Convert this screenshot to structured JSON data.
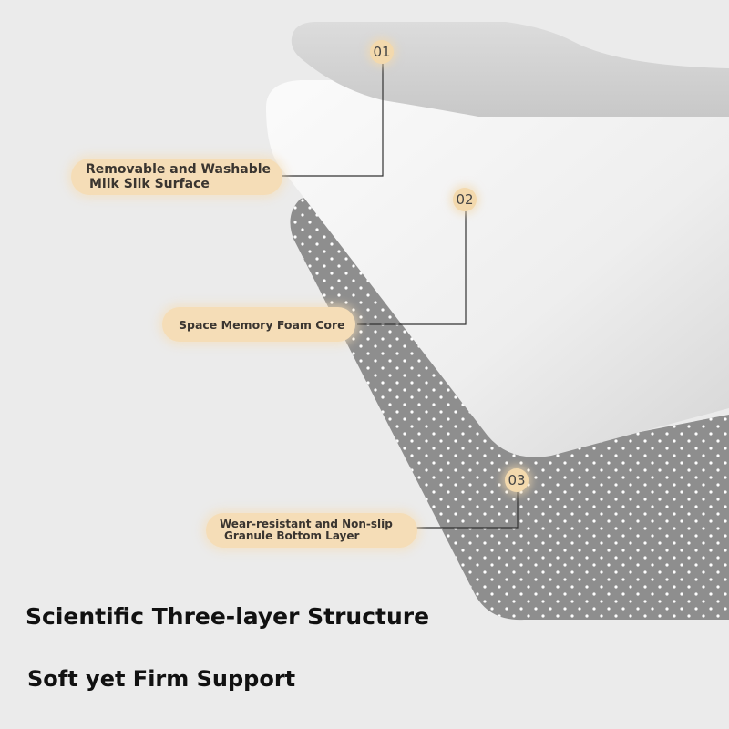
{
  "layers": [
    {
      "number": "01",
      "label_line1": "Removable and Washable",
      "label_line2": "Milk Silk Surface"
    },
    {
      "number": "02",
      "label_line1": "Space Memory Foam Core"
    },
    {
      "number": "03",
      "label_line1": "Wear-resistant and Non-slip",
      "label_line2": "Granule Bottom Layer"
    }
  ],
  "headline": "Scientific Three-layer Structure",
  "subheadline": "Soft yet Firm Support",
  "colors": {
    "accent": "#f5ddb7",
    "bottom_layer": "#8e8e8e",
    "background": "#ebebeb"
  }
}
